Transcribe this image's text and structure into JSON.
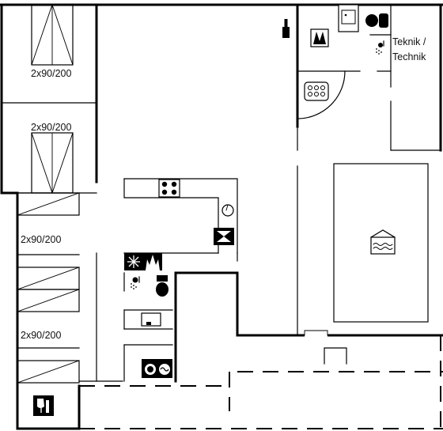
{
  "rooms": {
    "bedroom_1": {
      "bed_label": "2x90/200"
    },
    "bedroom_2": {
      "bed_label": "2x90/200"
    },
    "bedroom_3": {
      "bed_label": "2x90/200"
    },
    "bedroom_4": {
      "bed_label": "2x90/200"
    },
    "technical_room": {
      "label_line_1": "Teknik /",
      "label_line_2": "Technik"
    }
  },
  "icons": [
    "bottle-icon",
    "washing-machine-icon",
    "dryer-icon",
    "sink-icon",
    "shower-icon",
    "sauna-icon",
    "pool-icon",
    "stove-icon",
    "fridge-freezer-icon",
    "toilet-icon",
    "dishwasher-icon",
    "fireplace-icon",
    "wine-icon"
  ]
}
